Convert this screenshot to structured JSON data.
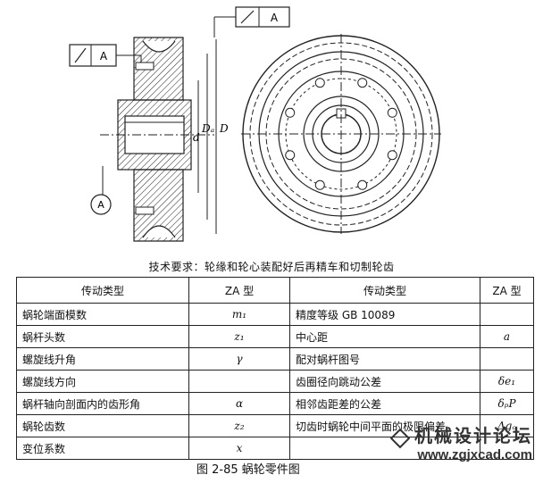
{
  "drawing": {
    "gdt_tol_left": "A",
    "gdt_tol_right": "A",
    "datum": "A",
    "dim_d": "d",
    "dim_da": "Dₐ",
    "dim_D": "D"
  },
  "requirement": "技术要求：轮缘和轮心装配好后再精车和切制轮齿",
  "table": {
    "headers": [
      "传动类型",
      "ZA 型",
      "传动类型",
      "ZA 型"
    ],
    "rows": [
      [
        "蜗轮端面模数",
        "m₁",
        "精度等级 GB 10089",
        ""
      ],
      [
        "蜗杆头数",
        "z₁",
        "中心距",
        "a"
      ],
      [
        "螺旋线升角",
        "γ",
        "配对蜗杆图号",
        ""
      ],
      [
        "螺旋线方向",
        "",
        "齿圈径向跳动公差",
        "δe₁"
      ],
      [
        "蜗杆轴向剖面内的齿形角",
        "α",
        "相邻齿距差的公差",
        "δₚP"
      ],
      [
        "蜗轮齿数",
        "z₂",
        "切齿时蜗轮中间平面的极限偏差",
        "Δgₒ"
      ],
      [
        "变位系数",
        "x",
        "",
        ""
      ]
    ]
  },
  "caption": "图 2-85    蜗轮零件图",
  "watermark": {
    "cn": "机械设计论坛",
    "url": "www.zgjxcad.com"
  }
}
